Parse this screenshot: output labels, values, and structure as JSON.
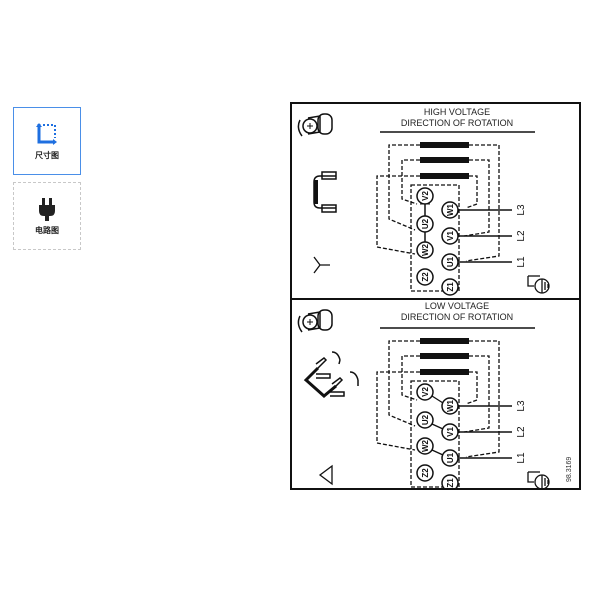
{
  "thumbnails": [
    {
      "label": "尺寸图",
      "icon": "dimension-icon",
      "active": true,
      "accent": "#1e6fe0"
    },
    {
      "label": "电路图",
      "icon": "plug-icon",
      "active": false,
      "accent": "#222222"
    }
  ],
  "diagram": {
    "high_voltage": {
      "title_line1": "HIGH VOLTAGE",
      "title_line2": "DIRECTION OF ROTATION",
      "connection_symbol": "star",
      "terminals": [
        "V2",
        "U2",
        "W2",
        "Z2",
        "W1",
        "V1",
        "U1",
        "Z1"
      ],
      "lines": [
        "L3",
        "L2",
        "L1"
      ]
    },
    "low_voltage": {
      "title_line1": "LOW VOLTAGE",
      "title_line2": "DIRECTION OF ROTATION",
      "connection_symbol": "delta",
      "terminals": [
        "V2",
        "U2",
        "W2",
        "Z2",
        "W1",
        "V1",
        "U1",
        "Z1"
      ],
      "lines": [
        "L3",
        "L2",
        "L1"
      ]
    },
    "figure_number": "98.3169"
  }
}
